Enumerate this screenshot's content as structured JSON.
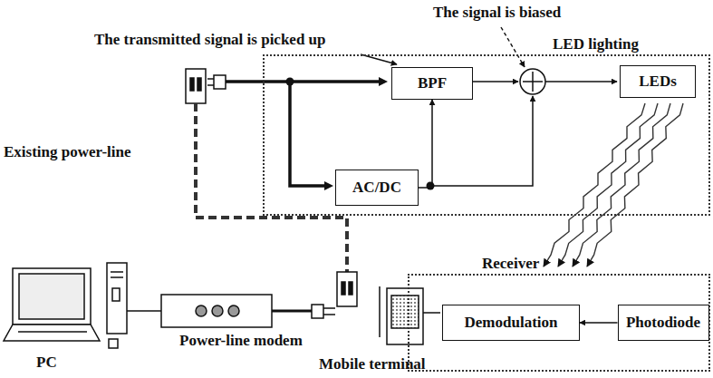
{
  "diagram": {
    "nodes": [
      {
        "text": [
          "LED lighting"
        ]
      },
      {
        "text": [
          "BPF"
        ],
        "in": 0
      },
      {
        "text": [
          "AC/DC"
        ],
        "in": 0
      },
      {
        "text": [
          "LEDs"
        ],
        "in": 0
      },
      {
        "text": [
          "Receiver"
        ]
      },
      {
        "text": [
          "Demodulation"
        ],
        "in": 4
      },
      {
        "text": [
          "Photodiode"
        ],
        "in": 4
      }
    ],
    "edges": [
      {
        "from": 2,
        "to": 1,
        "arrow": "to"
      },
      {
        "from": 6,
        "to": 5,
        "arrow": "to"
      }
    ],
    "labels": [
      "The signal is biased",
      "The transmitted signal is picked up",
      "Existing power-line",
      "Power-line modem",
      "PC",
      "Mobile terminal"
    ]
  }
}
